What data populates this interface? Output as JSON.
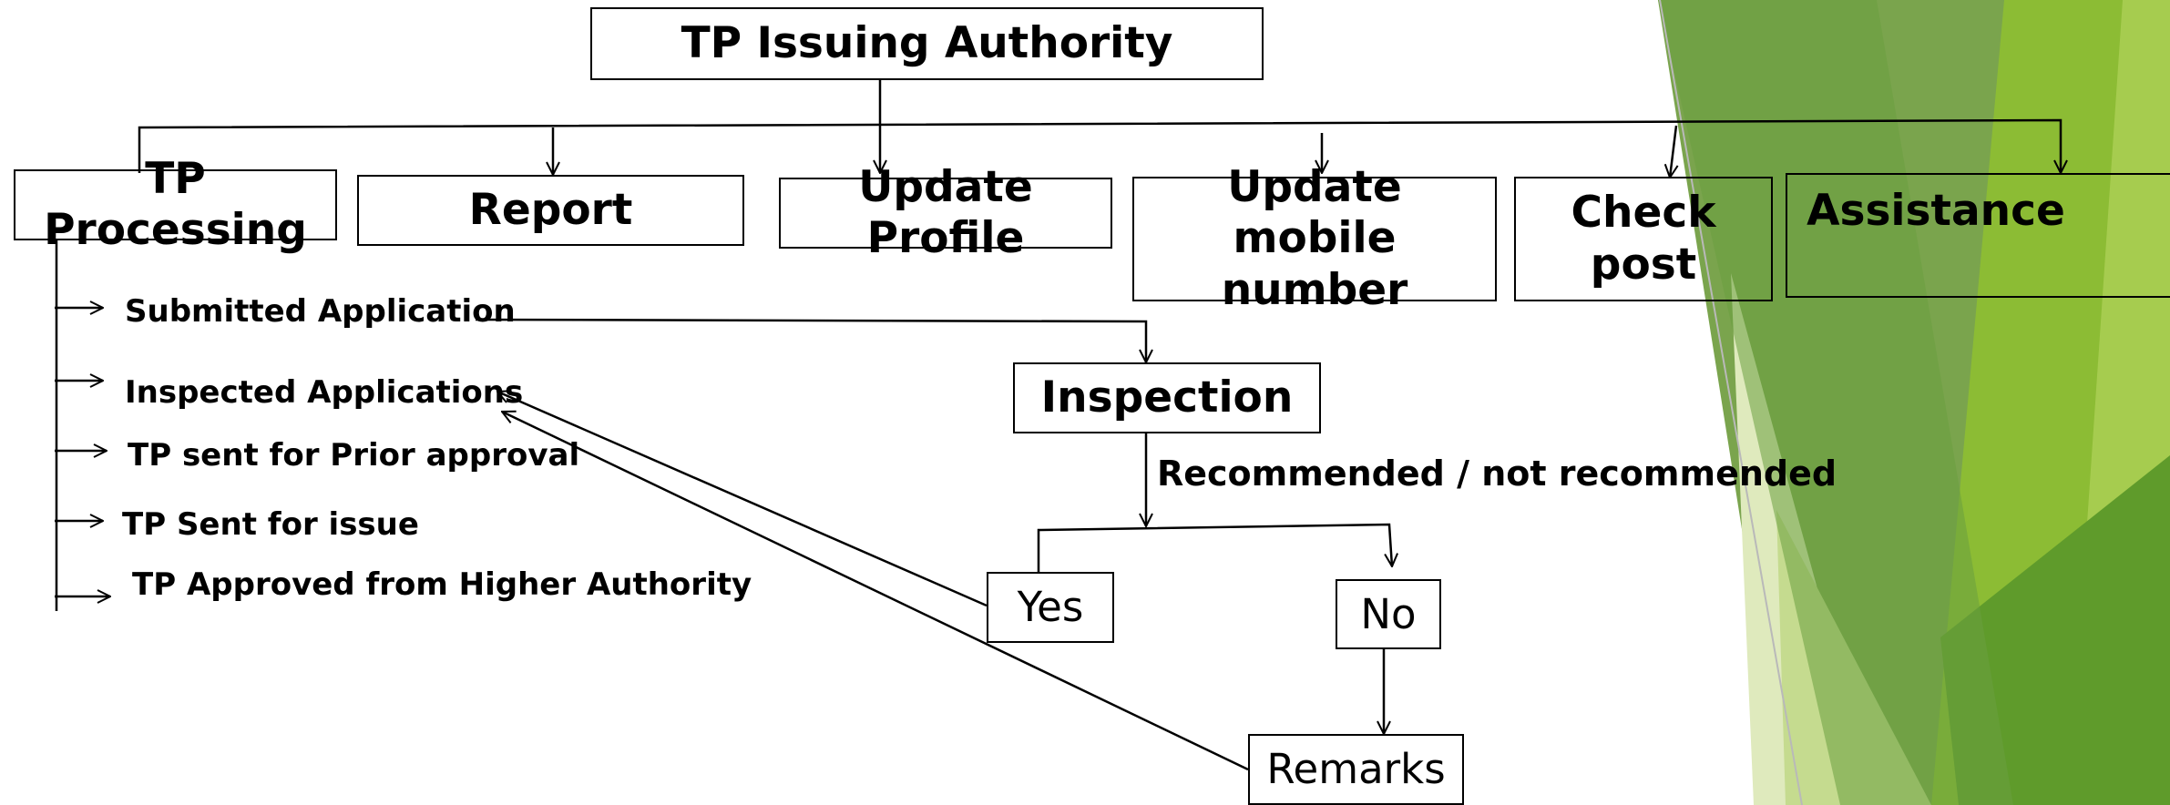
{
  "diagram": {
    "root": "TP Issuing Authority",
    "modules": [
      "TP Processing",
      "Report",
      "Update Profile",
      "Update mobile number",
      "Check post",
      "Assistance"
    ],
    "tp_processing_items": [
      "Submitted Application",
      "Inspected Applications",
      "TP sent for Prior approval",
      "TP Sent for issue",
      "TP Approved from Higher Authority"
    ],
    "inspection": "Inspection",
    "decision_label": "Recommended / not recommended",
    "yes": "Yes",
    "no": "No",
    "remarks": "Remarks"
  },
  "theme": {
    "green_dark": "#4e8a2e",
    "green_mid": "#6a9e3f",
    "green_bright": "#8cbc34",
    "green_light": "#c5db8f",
    "green_pale": "#dfeabd"
  }
}
